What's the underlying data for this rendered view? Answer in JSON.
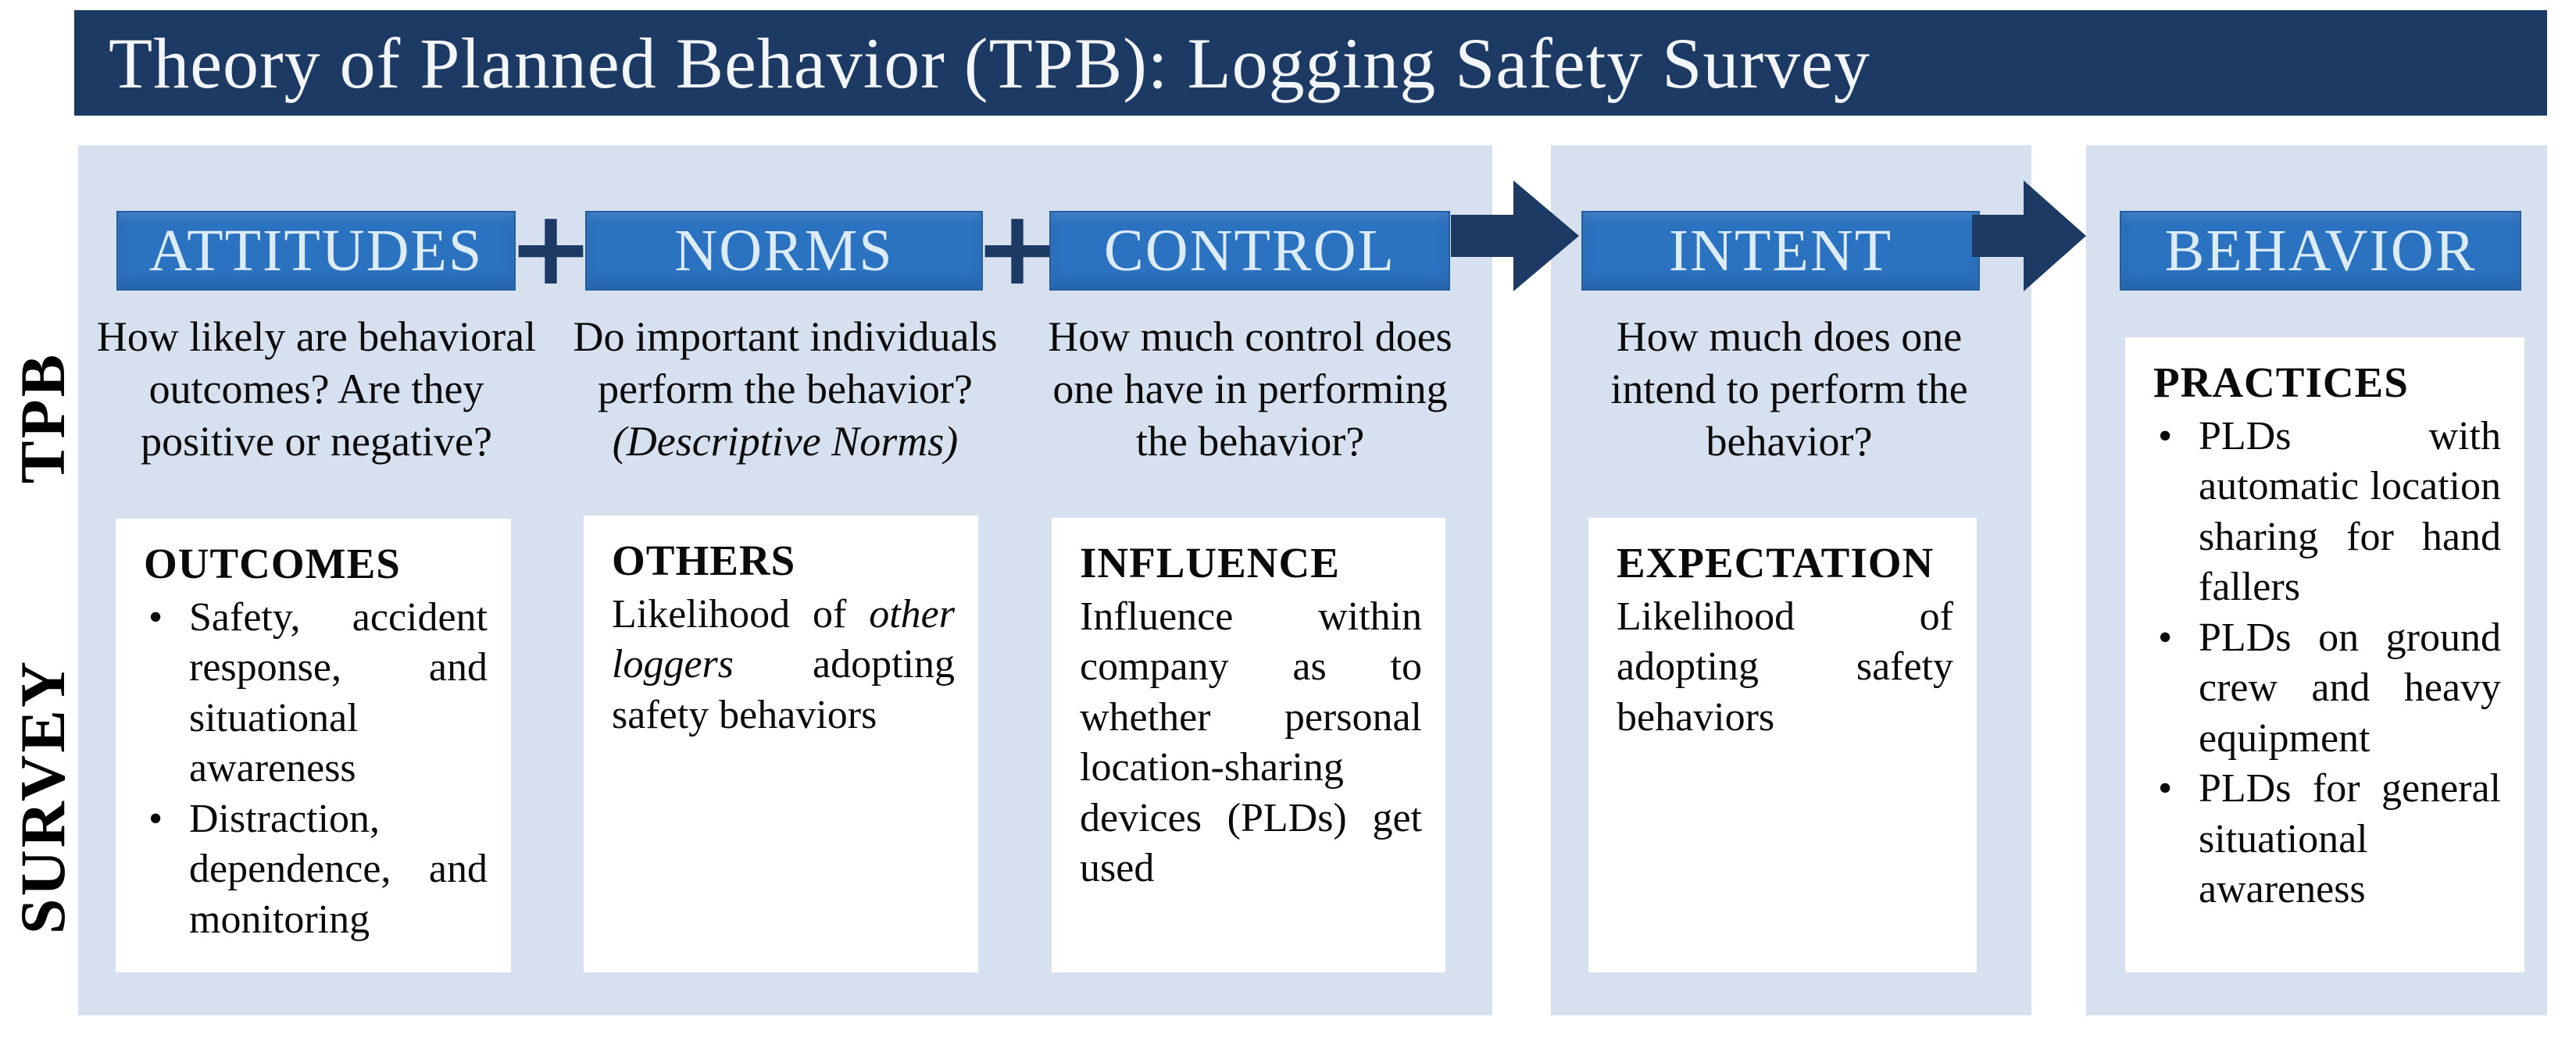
{
  "title": "Theory of Planned Behavior (TPB): Logging Safety Survey",
  "row_labels": {
    "top": "TPB",
    "bottom": "SURVEY"
  },
  "operators": {
    "plus_1": "+",
    "plus_2": "+"
  },
  "colors": {
    "navy": "#1c3a63",
    "header_blue": "#2b72c0",
    "header_text": "#dcebf8",
    "panel_blue": "#d6e0ef",
    "box_white": "#ffffff",
    "body_text": "#0a0a0a"
  },
  "icons": {
    "arrow_1": "right-arrow",
    "arrow_2": "right-arrow"
  },
  "columns": [
    {
      "header": "ATTITUDES",
      "question": "How likely are behavioral outcomes? Are they positive or negative?",
      "box": {
        "heading": "OUTCOMES",
        "bullets": [
          "Safety, accident response, and situational awareness",
          "Distraction, dependence, and monitoring"
        ]
      }
    },
    {
      "header": "NORMS",
      "question": "Do important individuals perform the behavior?",
      "question_note": "(Descriptive Norms)",
      "box": {
        "heading": "OTHERS",
        "text_prefix": "Likelihood of ",
        "text_italic": "other loggers",
        "text_suffix": " adopting safety behaviors"
      }
    },
    {
      "header": "CONTROL",
      "question": "How much control does one have in performing the behavior?",
      "box": {
        "heading": "INFLUENCE",
        "text": "Influence within company as to whether personal location-sharing devices (PLDs) get used"
      }
    },
    {
      "header": "INTENT",
      "question": "How much does one intend to perform the behavior?",
      "box": {
        "heading": "EXPECTATION",
        "text": "Likelihood of adopting safety behaviors"
      }
    },
    {
      "header": "BEHAVIOR",
      "box": {
        "heading": "PRACTICES",
        "bullets": [
          "PLDs with automatic location sharing for hand fallers",
          "PLDs on ground crew and heavy equipment",
          "PLDs for general situational awareness"
        ]
      }
    }
  ]
}
